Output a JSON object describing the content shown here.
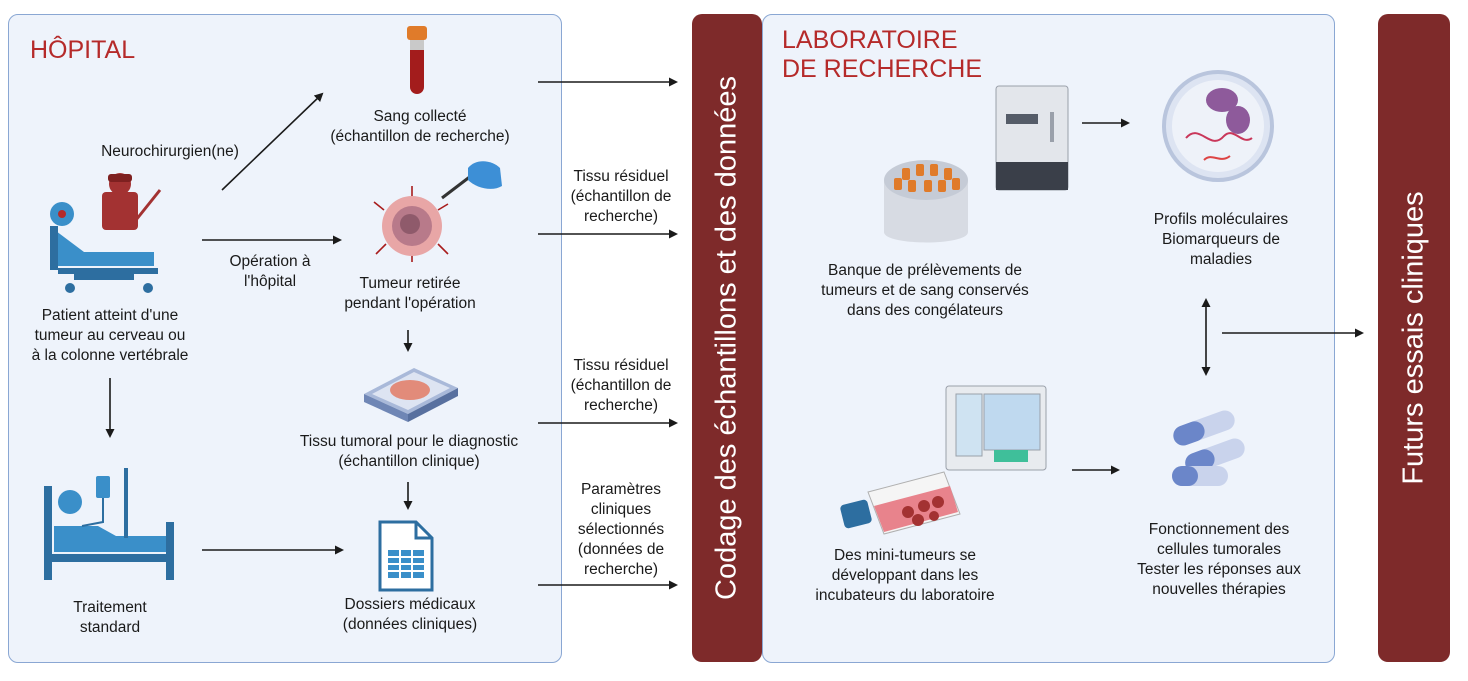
{
  "hospital": {
    "title": "HÔPITAL",
    "neurosurgeon": "Neurochirurgien(ne)",
    "patient": "Patient atteint d'une\ntumeur au cerveau ou\nà la colonne vertébrale",
    "surgery": "Opération à\nl'hôpital",
    "treatment": "Traitement\nstandard",
    "blood": "Sang collecté\n(échantillon de recherche)",
    "tumor": "Tumeur retirée\npendant l'opération",
    "diagnostic": "Tissu tumoral pour le diagnostic\n(échantillon clinique)",
    "records": "Dossiers médicaux\n(données cliniques)"
  },
  "flows": {
    "residual_1": "Tissu résiduel\n(échantillon de\nrecherche)",
    "residual_2": "Tissu résiduel\n(échantillon de\nrecherche)",
    "clinical_params": "Paramètres\ncliniques\nsélectionnés\n(données de\nrecherche)"
  },
  "coding_bar": "Codage des échantillons et des données",
  "lab": {
    "title": "LABORATOIRE\nDE RECHERCHE",
    "biobank": "Banque de prélèvements de\ntumeurs et de sang conservés\ndans des congélateurs",
    "profiles": "Profils moléculaires\nBiomarqueurs de\nmaladies",
    "minitumors": "Des mini-tumeurs se\ndéveloppant dans les\nincubateurs du laboratoire",
    "function": "Fonctionnement des\ncellules tumorales\nTester les réponses aux\nnouvelles thérapies"
  },
  "trials_bar": "Futurs essais cliniques"
}
